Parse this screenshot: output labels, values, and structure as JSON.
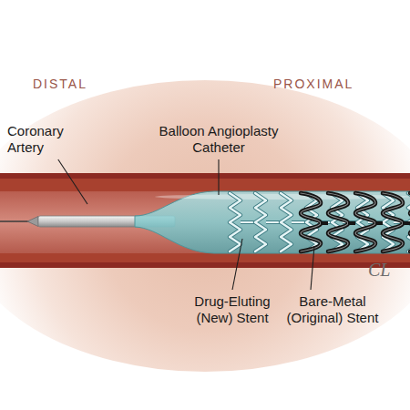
{
  "diagram": {
    "labels": [
      "DISTAL",
      "PROXIMAL",
      "Coronary Artery",
      "Balloon Angioplasty Catheter",
      "Drug-Eluting (New) Stent",
      "Bare-Metal (Original) Stent",
      "CL"
    ]
  }
}
